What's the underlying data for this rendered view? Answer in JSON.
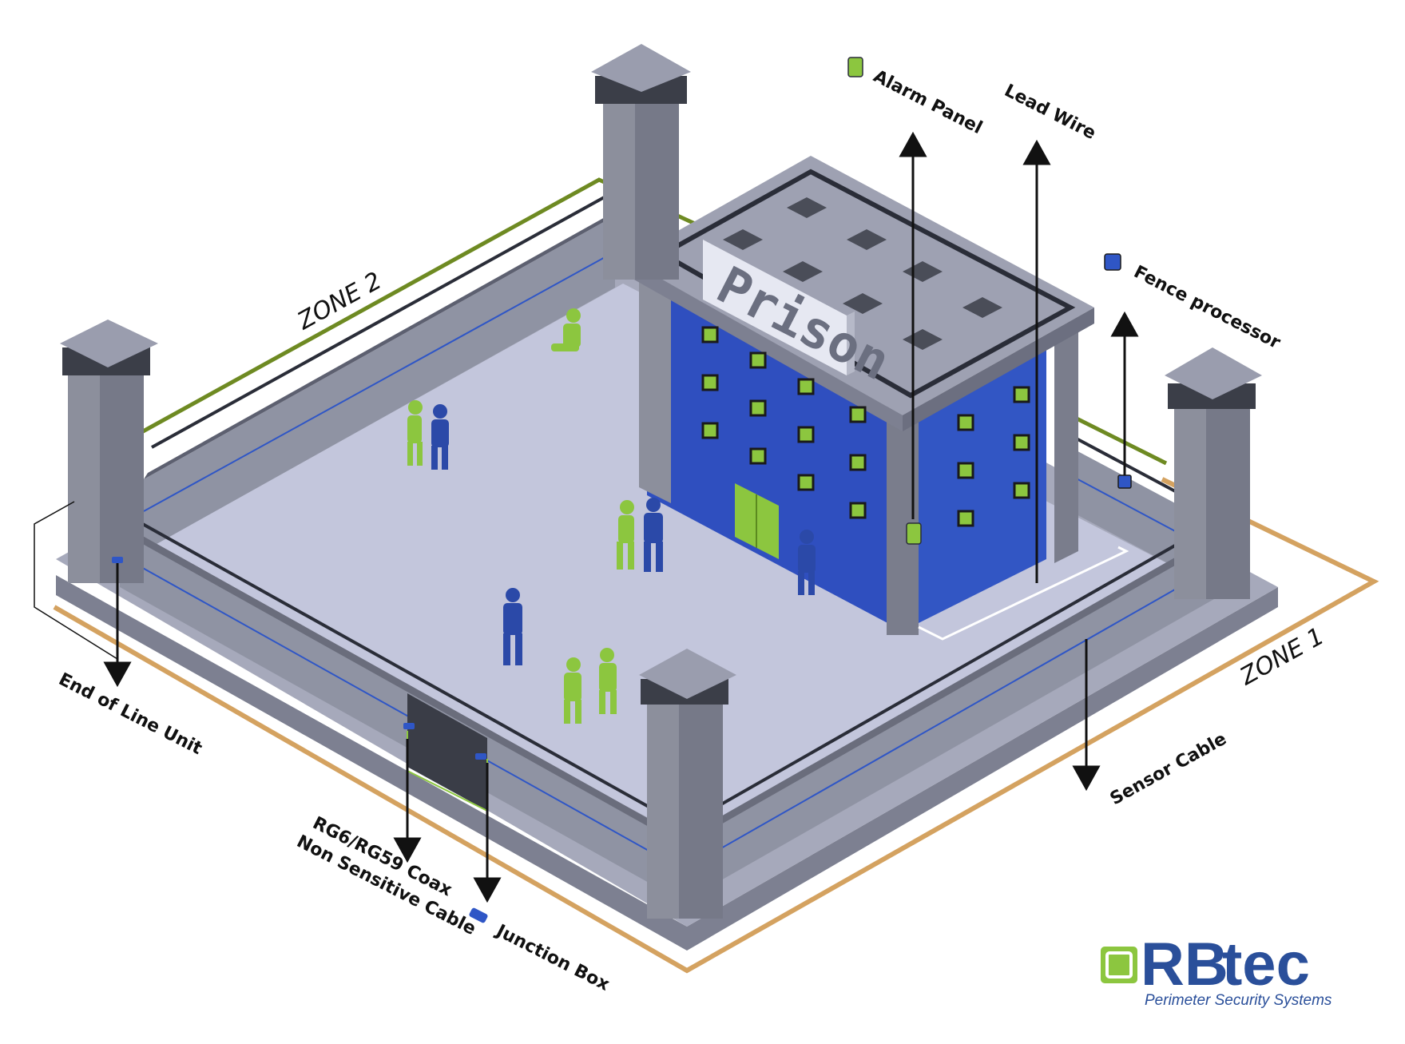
{
  "labels": {
    "alarm_panel": "Alarm Panel",
    "lead_wire": "Lead Wire",
    "fence_processor": "Fence processor",
    "zone_2": "ZONE 2",
    "zone_1": "ZONE 1",
    "end_of_line_unit": "End of Line Unit",
    "coax_line1": "RG6/RG59 Coax",
    "coax_line2": "Non Sensitive Cable",
    "junction_box": "Junction Box",
    "sensor_cable": "Sensor Cable",
    "building_sign": "Prison"
  },
  "logo": {
    "name_rb": "RB",
    "name_tec": "tec",
    "tagline": "Perimeter Security Systems"
  },
  "colors": {
    "zone1_cable": "#d4a260",
    "zone2_cable": "#6e8a22",
    "sensor_cable": "#2f56c6",
    "building_blue": "#2f4fbf",
    "prisoner_green": "#8cc63f",
    "guard_blue": "#2b49a8",
    "wall_gray": "#8c8f9c",
    "courtyard": "#c3c6dc"
  }
}
